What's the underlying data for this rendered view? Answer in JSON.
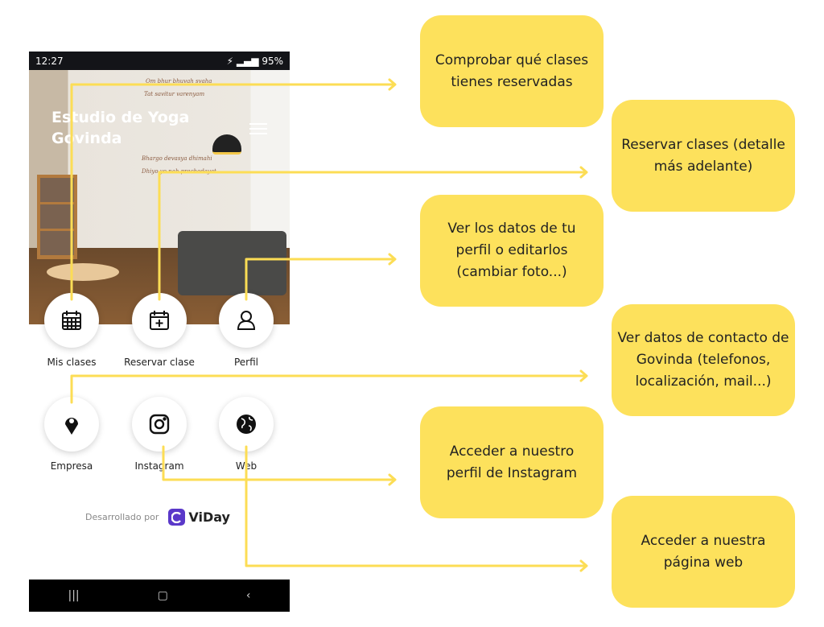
{
  "status_bar": {
    "time": "12:27",
    "battery": "95%"
  },
  "hero": {
    "title": "Estudio de Yoga Govinda",
    "wall_lines": [
      "Om bhur bhuvah svaha",
      "Tat savitur varenyam",
      "Bhargo devasya dhimahi",
      "Dhiyo yo nah prachodayat"
    ]
  },
  "buttons": [
    {
      "label": "Mis clases",
      "icon": "calendar-icon"
    },
    {
      "label": "Reservar clase",
      "icon": "calendar-plus-icon"
    },
    {
      "label": "Perfil",
      "icon": "user-icon"
    },
    {
      "label": "Empresa",
      "icon": "location-pin-icon"
    },
    {
      "label": "Instagram",
      "icon": "instagram-icon"
    },
    {
      "label": "Web",
      "icon": "globe-icon"
    }
  ],
  "footer": {
    "developed_by": "Desarrollado por",
    "brand": "ViDay"
  },
  "callouts": [
    "Comprobar qué clases tienes reservadas",
    "Reservar clases (detalle más adelante)",
    "Ver los datos de tu perfil o editarlos (cambiar foto...)",
    "Ver datos de contacto de Govinda (telefonos, localización, mail...)",
    "Acceder a nuestro perfil de Instagram",
    "Acceder a nuestra página web"
  ],
  "colors": {
    "callout": "#fde15c",
    "line": "#fcdd55",
    "brand": "#5a38c9"
  }
}
